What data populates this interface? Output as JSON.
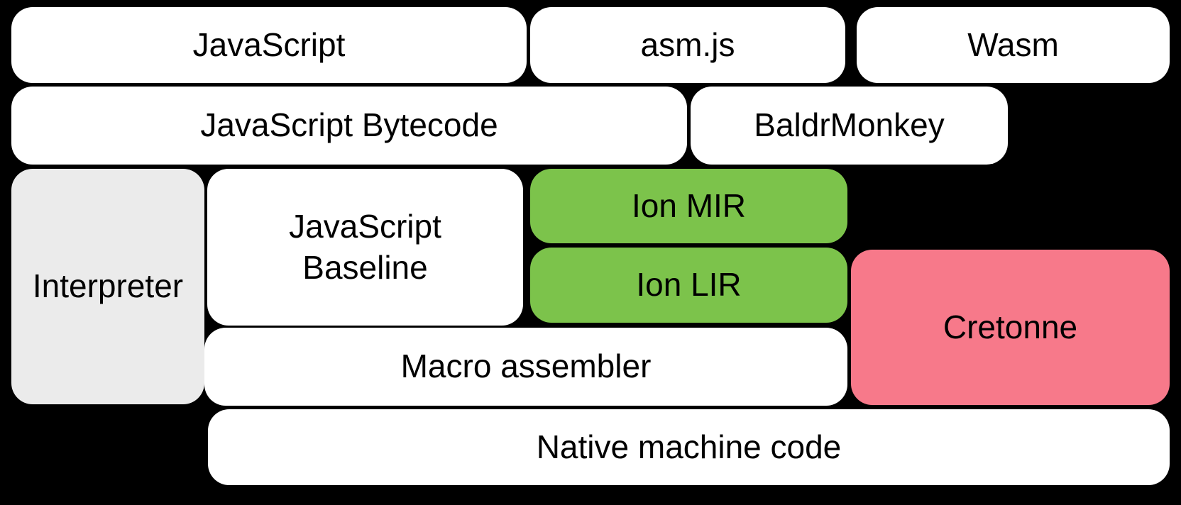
{
  "diagram": {
    "background": "#000000",
    "text_color": "#000000",
    "colors": {
      "white": "#ffffff",
      "gray": "#ebebeb",
      "green": "#7cc34b",
      "pink": "#f7798a"
    },
    "boxes": [
      {
        "label": "JavaScript",
        "fill": "#ffffff"
      },
      {
        "label": "asm.js",
        "fill": "#ffffff"
      },
      {
        "label": "Wasm",
        "fill": "#ffffff"
      },
      {
        "label": "JavaScript Bytecode",
        "fill": "#ffffff"
      },
      {
        "label": "BaldrMonkey",
        "fill": "#ffffff"
      },
      {
        "label": "Interpreter",
        "fill": "#ebebeb"
      },
      {
        "label": "JavaScript\nBaseline",
        "fill": "#ffffff"
      },
      {
        "label": "Ion MIR",
        "fill": "#7cc34b"
      },
      {
        "label": "Ion LIR",
        "fill": "#7cc34b"
      },
      {
        "label": "Cretonne",
        "fill": "#f7798a"
      },
      {
        "label": "Macro assembler",
        "fill": "#ffffff"
      },
      {
        "label": "Native machine code",
        "fill": "#ffffff"
      }
    ]
  }
}
